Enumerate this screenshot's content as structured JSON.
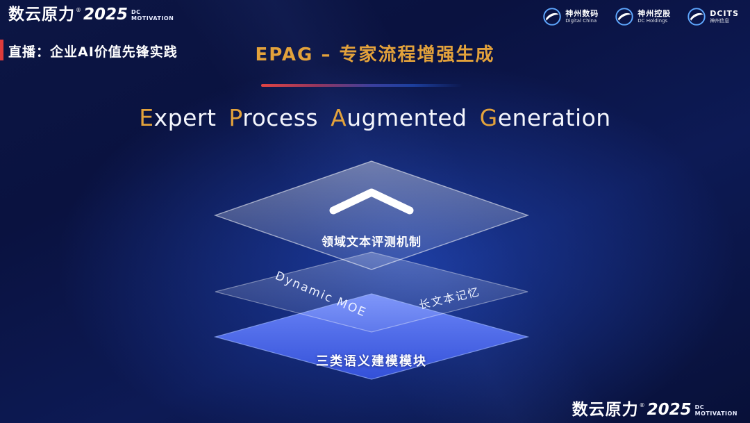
{
  "topbar": {
    "brand": {
      "name": "数云原力",
      "reg": "®",
      "year": "2025",
      "dc": "DC",
      "motivation": "MOTIVATION"
    },
    "live": "直播：企业AI价值先锋实践",
    "title": "EPAG – 专家流程增强生成",
    "logos": [
      {
        "line1": "神州数码",
        "line2": "Digital China"
      },
      {
        "line1": "神州控股",
        "line2": "DC Holdings"
      },
      {
        "line1": "DCITS",
        "line2": "神州信息"
      }
    ]
  },
  "hero": {
    "w1a": "E",
    "w1b": "xpert",
    "w2a": "P",
    "w2b": "rocess",
    "w3a": "A",
    "w3b": "ugmented",
    "w4a": "G",
    "w4b": "eneration"
  },
  "diagram": {
    "top_label": "领域文本评测机制",
    "mid_left_label": "Dynamic  MOE",
    "mid_right_label": "长文本记忆",
    "bottom_label": "三类语义建模模块"
  },
  "footer": {
    "brand": {
      "name": "数云原力",
      "reg": "®",
      "year": "2025",
      "dc": "DC",
      "motivation": "MOTIVATION"
    }
  },
  "colors": {
    "accent_gold": "#e3a23b",
    "accent_red": "#e03b3b",
    "layer_blue": "#4a68ee",
    "background_navy": "#0b1547"
  }
}
